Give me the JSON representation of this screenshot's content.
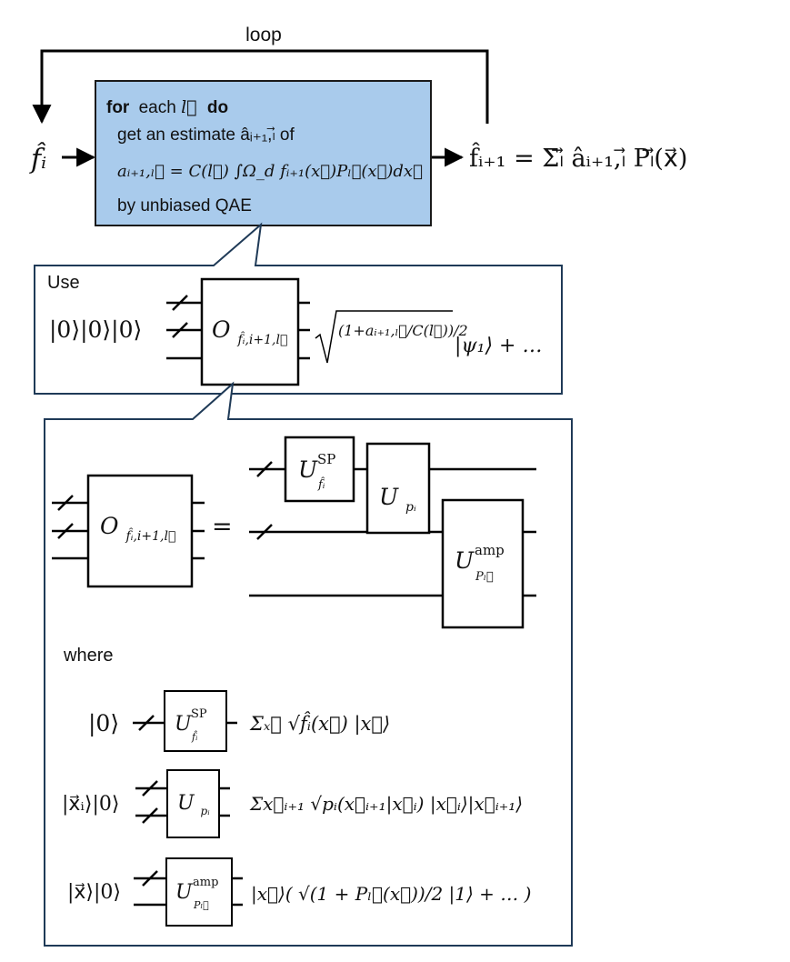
{
  "loop_label": "loop",
  "input_label": "f̂ᵢ",
  "output_label": "f̂ᵢ₊₁ = Σₗ⃗ âᵢ₊₁,ₗ⃗ Pₗ⃗(x⃗)",
  "algorithm_box": {
    "line1_kw_for": "for",
    "line1_text": "each ",
    "line1_var": "l⃗",
    "line1_kw_do": "do",
    "line2": "get an estimate âᵢ₊₁,ₗ⃗ of",
    "line3": "aᵢ₊₁,ₗ⃗ = C(l⃗) ∫Ω_d fᵢ₊₁(x⃗)Pₗ⃗(x⃗)dx⃗",
    "line4": "by unbiased QAE"
  },
  "use_panel": {
    "title": "Use",
    "input_state": "|0⟩|0⟩|0⟩",
    "oracle_label": "O",
    "oracle_sub": "f̂ᵢ,i+1,l⃗",
    "output_state_sqrt": "(1+aᵢ₊₁,ₗ⃗/C(l⃗))/2",
    "output_state_tail": "|ψ₁⟩ + …"
  },
  "decomp_panel": {
    "oracle_label": "O",
    "oracle_sub": "f̂ᵢ,i+1,l⃗",
    "equals": "=",
    "gate_sp": "U",
    "gate_sp_sup": "SP",
    "gate_sp_sub": "f̂ᵢ",
    "gate_p": "U",
    "gate_p_sub": "pᵢ",
    "gate_amp": "U",
    "gate_amp_sup": "amp",
    "gate_amp_sub": "Pₗ⃗",
    "where_label": "where",
    "def_sp_in": "|0⟩",
    "def_sp_out": "Σₓ⃗ √f̂ᵢ(x⃗) |x⃗⟩",
    "def_p_in": "|x⃗ᵢ⟩|0⟩",
    "def_p_out": "Σx⃗ᵢ₊₁ √pᵢ(x⃗ᵢ₊₁|x⃗ᵢ) |x⃗ᵢ⟩|x⃗ᵢ₊₁⟩",
    "def_amp_in": "|x⃗⟩|0⟩",
    "def_amp_out": "|x⃗⟩( √(1 + Pₗ⃗(x⃗))/2 |1⟩ + … )"
  },
  "colors": {
    "algorithm_box_fill": "#a9cbec",
    "panel_border": "#1f3a57",
    "line": "#000000"
  }
}
